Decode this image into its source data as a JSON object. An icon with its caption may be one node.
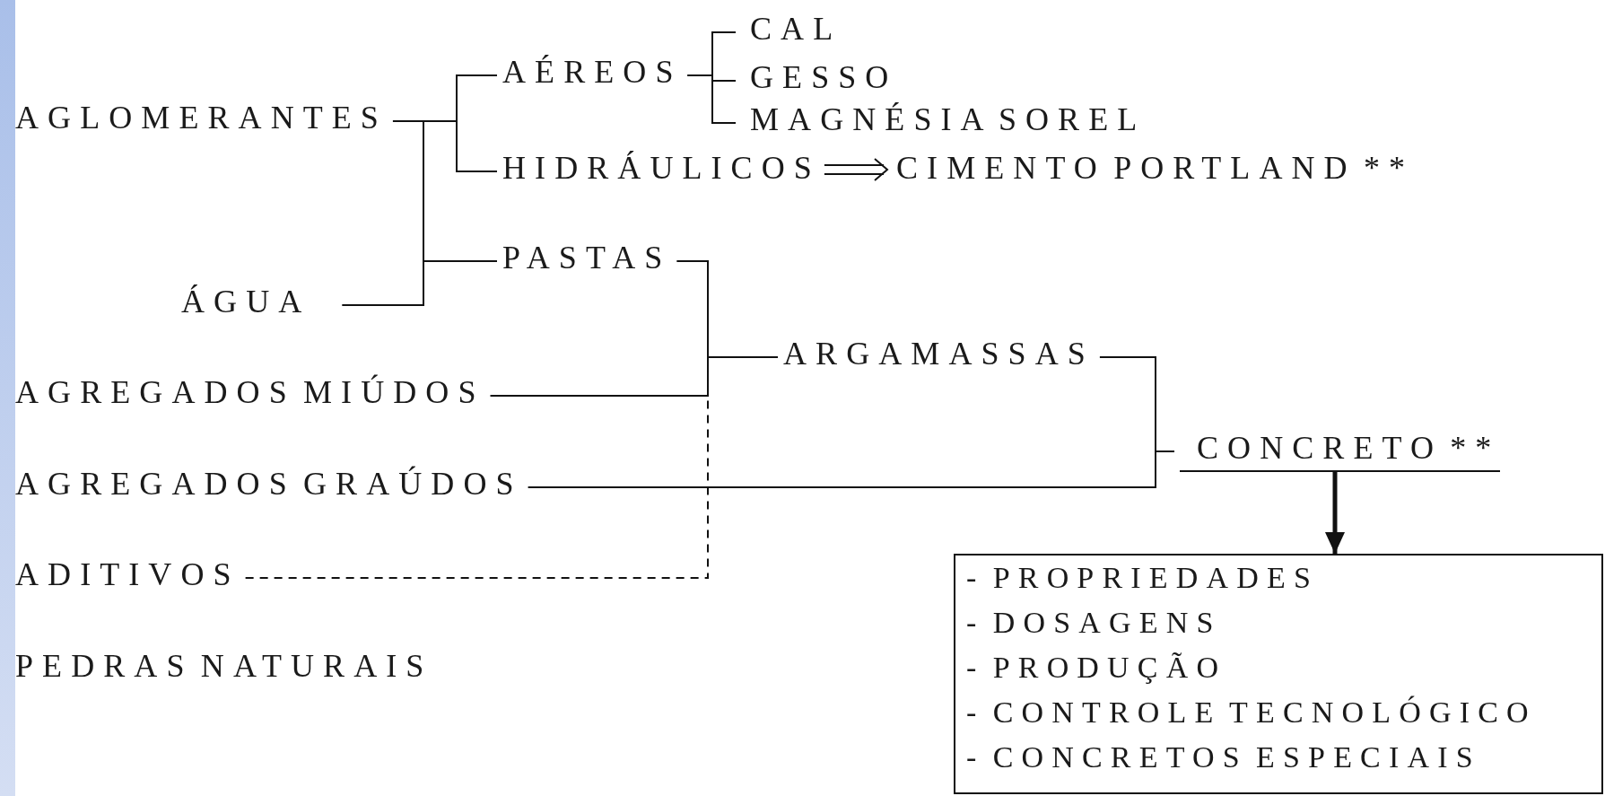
{
  "diagram": {
    "nodes": [
      {
        "text": [
          "AGLOMERANTES"
        ]
      },
      {
        "text": [
          "AÉREOS"
        ]
      },
      {
        "text": [
          "CAL"
        ]
      },
      {
        "text": [
          "GESSO"
        ]
      },
      {
        "text": [
          "MAGNÉSIA SOREL"
        ]
      },
      {
        "text": [
          "HIDRÁULICOS"
        ]
      },
      {
        "text": [
          "CIMENTO PORTLAND **"
        ]
      },
      {
        "text": [
          "PASTAS"
        ]
      },
      {
        "text": [
          "ÁGUA"
        ]
      },
      {
        "text": [
          "ARGAMASSAS"
        ]
      },
      {
        "text": [
          "AGREGADOS MIÚDOS"
        ]
      },
      {
        "text": [
          "CONCRETO **"
        ]
      },
      {
        "text": [
          "AGREGADOS GRAÚDOS"
        ]
      },
      {
        "text": [
          "ADITIVOS"
        ]
      },
      {
        "text": [
          "PEDRAS NATURAIS"
        ]
      },
      {
        "text": [
          "- PROPRIEDADES",
          "- DOSAGENS",
          "- PRODUÇÃO",
          "- CONTROLE TECNOLÓGICO",
          "- CONCRETOS ESPECIAIS"
        ]
      },
      {
        "text": [],
        "shape": "bar"
      }
    ],
    "edges": [
      {
        "from": 0,
        "to": 1,
        "arrow": "none"
      },
      {
        "from": 0,
        "to": 5,
        "arrow": "none"
      },
      {
        "from": 1,
        "to": 2,
        "arrow": "none"
      },
      {
        "from": 1,
        "to": 3,
        "arrow": "none"
      },
      {
        "from": 1,
        "to": 4,
        "arrow": "none"
      },
      {
        "from": 5,
        "to": 6,
        "arrow": "to"
      },
      {
        "from": 0,
        "to": 7,
        "arrow": "none"
      },
      {
        "from": 8,
        "to": 7,
        "arrow": "none"
      },
      {
        "from": 7,
        "to": 9,
        "arrow": "none"
      },
      {
        "from": 10,
        "to": 9,
        "arrow": "none"
      },
      {
        "from": 13,
        "to": 9,
        "arrow": "none",
        "style": "dashed"
      },
      {
        "from": 9,
        "to": 11,
        "arrow": "none"
      },
      {
        "from": 12,
        "to": 11,
        "arrow": "none"
      },
      {
        "from": 11,
        "to": 15,
        "arrow": "to",
        "style": "thick"
      }
    ]
  }
}
